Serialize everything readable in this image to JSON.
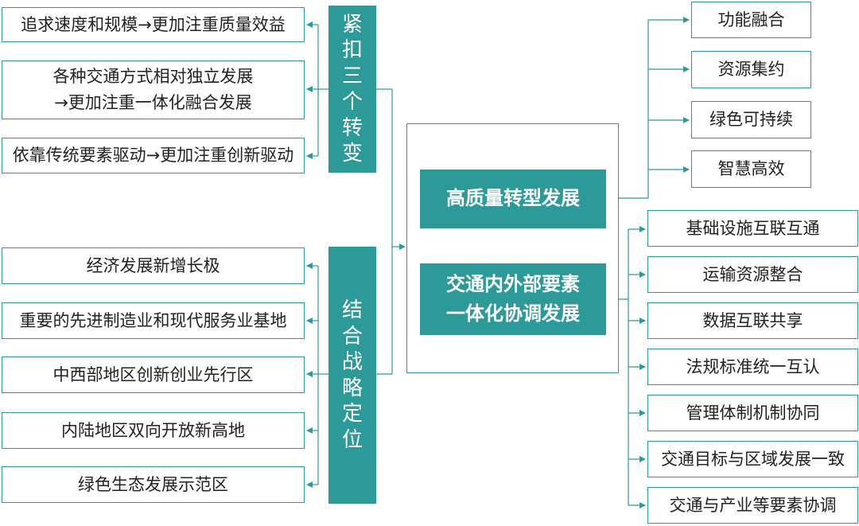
{
  "left_top": {
    "label": "紧\n扣\n三\n个\n转\n变",
    "items": [
      "追求速度和规模→更加注重质量效益",
      "各种交通方式相对独立发展\n→更加注重一体化融合发展",
      "依靠传统要素驱动→更加注重创新驱动"
    ]
  },
  "left_bottom": {
    "label": "结\n合\n战\n略\n定\n位",
    "items": [
      "经济发展新增长极",
      "重要的先进制造业和现代服务业基地",
      "中西部地区创新创业先行区",
      "内陆地区双向开放新高地",
      "绿色生态发展示范区"
    ]
  },
  "center": {
    "top": "高质量转型发展",
    "bottom": "交通内外部要素\n一体化协调发展"
  },
  "right_top": {
    "items": [
      "功能融合",
      "资源集约",
      "绿色可持续",
      "智慧高效"
    ]
  },
  "right_bottom": {
    "items": [
      "基础设施互联互通",
      "运输资源整合",
      "数据互联共享",
      "法规标准统一互认",
      "管理体制机制协同",
      "交通目标与区域发展一致",
      "交通与产业等要素协调"
    ]
  },
  "colors": {
    "accent": "#2d9a9a",
    "text": "#222222",
    "background": "#ffffff"
  }
}
